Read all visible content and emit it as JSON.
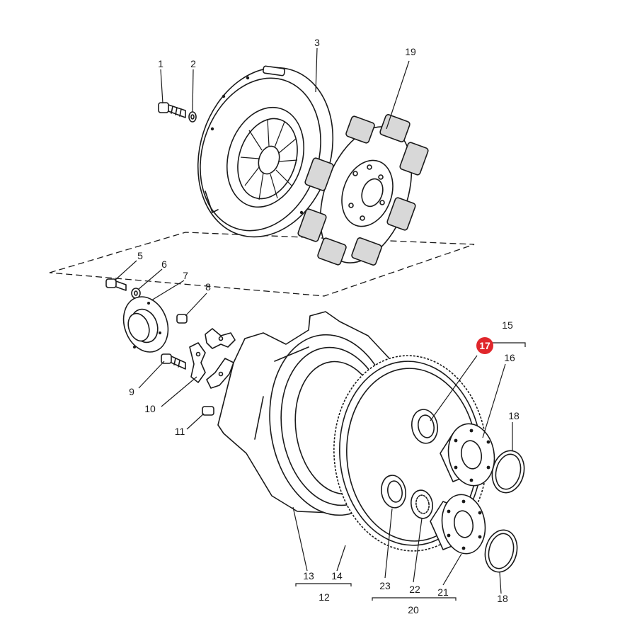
{
  "diagram": {
    "highlight_color": "#e0262b",
    "ink_color": "#1a1a1a",
    "callouts": {
      "c1": "1",
      "c2": "2",
      "c3": "3",
      "c5": "5",
      "c6": "6",
      "c7": "7",
      "c8": "8",
      "c9": "9",
      "c10": "10",
      "c11": "11",
      "c12": "12",
      "c13": "13",
      "c14": "14",
      "c15": "15",
      "c16": "16",
      "c17": "17",
      "c18a": "18",
      "c18b": "18",
      "c19": "19",
      "c20": "20",
      "c21": "21",
      "c22": "22",
      "c23": "23"
    },
    "highlighted_callout": "17"
  }
}
